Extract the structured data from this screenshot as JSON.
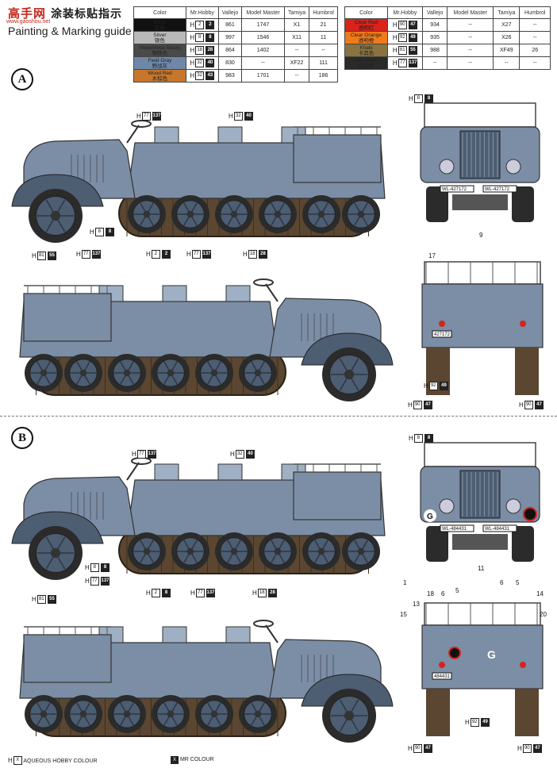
{
  "header": {
    "logo": "高手网",
    "title_cn": "涂装标贴指示",
    "title_en": "Painting & Marking guide",
    "watermark": "www.gaoshou.net"
  },
  "table_headers": [
    "Color",
    "Mr.Hobby",
    "Vallejo",
    "Model Master",
    "Tamiya",
    "Humbrol"
  ],
  "colors_left": [
    {
      "name": "Black",
      "cn": "黑色",
      "color": "#111111",
      "h1": "2",
      "h2": "2",
      "vallejo": "861",
      "mm": "1747",
      "tamiya": "X1",
      "humbrol": "21"
    },
    {
      "name": "Silver",
      "cn": "银色",
      "color": "#b9b9b9",
      "h1": "8",
      "h2": "8",
      "vallejo": "997",
      "mm": "1546",
      "tamiya": "X11",
      "humbrol": "11"
    },
    {
      "name": "Steel(Metal Black)",
      "cn": "钢铁色",
      "color": "#4a4a4a",
      "h1": "18",
      "h2": "28",
      "vallejo": "864",
      "mm": "1402",
      "tamiya": "--",
      "humbrol": "--"
    },
    {
      "name": "Field Gray",
      "cn": "野战灰",
      "color": "#6f88a8",
      "h1": "32",
      "h2": "40",
      "vallejo": "830",
      "mm": "--",
      "tamiya": "XF22",
      "humbrol": "111"
    },
    {
      "name": "Wood Red",
      "cn": "木棕色",
      "color": "#c7772c",
      "h1": "32",
      "h2": "43",
      "vallejo": "983",
      "mm": "1701",
      "tamiya": "--",
      "humbrol": "186"
    }
  ],
  "colors_right": [
    {
      "name": "Clear Red",
      "cn": "透明红",
      "color": "#d9231b",
      "h1": "90",
      "h2": "47",
      "vallejo": "934",
      "mm": "--",
      "tamiya": "X27",
      "humbrol": "--"
    },
    {
      "name": "Clear Orange",
      "cn": "透明橙",
      "color": "#ef7a1a",
      "h1": "92",
      "h2": "49",
      "vallejo": "935",
      "mm": "--",
      "tamiya": "X26",
      "humbrol": "--"
    },
    {
      "name": "Khaki",
      "cn": "卡其色",
      "color": "#8a7340",
      "h1": "81",
      "h2": "55",
      "vallejo": "988",
      "mm": "--",
      "tamiya": "XF49",
      "humbrol": "26"
    },
    {
      "name": "Tire Black",
      "cn": "轮胎黑",
      "color": "#2a2a2a",
      "h1": "77",
      "h2": "137",
      "vallejo": "--",
      "mm": "--",
      "tamiya": "--",
      "humbrol": "--"
    }
  ],
  "variants": {
    "a": "A",
    "b": "B"
  },
  "callouts_a": {
    "c1": {
      "a": "77",
      "b": "137"
    },
    "c2": {
      "a": "32",
      "b": "40"
    },
    "c3": {
      "a": "8",
      "b": "8"
    },
    "c4": {
      "a": "77",
      "b": "137"
    },
    "c5": {
      "a": "2",
      "b": "2"
    },
    "c6": {
      "a": "77",
      "b": "137"
    },
    "c7": {
      "a": "18",
      "b": "28"
    },
    "c8": {
      "a": "81",
      "b": "55"
    },
    "c9": {
      "a": "8",
      "b": "8"
    },
    "c10": {
      "a": "92",
      "b": "49"
    },
    "c11": {
      "a": "90",
      "b": "47"
    },
    "c12": {
      "a": "90",
      "b": "47"
    }
  },
  "callouts_b": {
    "c1": {
      "a": "77",
      "b": "137"
    },
    "c2": {
      "a": "32",
      "b": "40"
    },
    "c3": {
      "a": "8",
      "b": "8"
    },
    "c4": {
      "a": "77",
      "b": "137"
    },
    "c5": {
      "a": "2",
      "b": "8"
    },
    "c6": {
      "a": "77",
      "b": "137"
    },
    "c7": {
      "a": "18",
      "b": "28"
    },
    "c8": {
      "a": "81",
      "b": "55"
    },
    "c9": {
      "a": "8",
      "b": "8"
    },
    "c10": {
      "a": "92",
      "b": "49"
    },
    "c11": {
      "a": "90",
      "b": "47"
    },
    "c12": {
      "a": "90",
      "b": "47"
    }
  },
  "plates": {
    "a_front": "WL-427172",
    "a_rear": "427172",
    "b_front": "WL-484431",
    "b_rear": "484431"
  },
  "decal_numbers": {
    "n9": "9",
    "n17": "17",
    "n11": "11",
    "n1": "1",
    "n18": "18",
    "n6": "6",
    "n5": "5",
    "n14": "14",
    "n13": "13",
    "n6b": "6",
    "n5b": "5",
    "n15": "15",
    "n20": "20"
  },
  "marking_letter": "G",
  "legend": {
    "aqueous_code": "X",
    "aqueous_label": "AQUEOUS HOBBY COLOUR",
    "mr_code": "X",
    "mr_label": "MR COLOUR"
  },
  "palette": {
    "vehicle": "#7b8ea6",
    "vehicle_dark": "#4d5d72",
    "vehicle_light": "#9fb0c4",
    "track": "#5a4631",
    "tire": "#2b2b2b"
  }
}
